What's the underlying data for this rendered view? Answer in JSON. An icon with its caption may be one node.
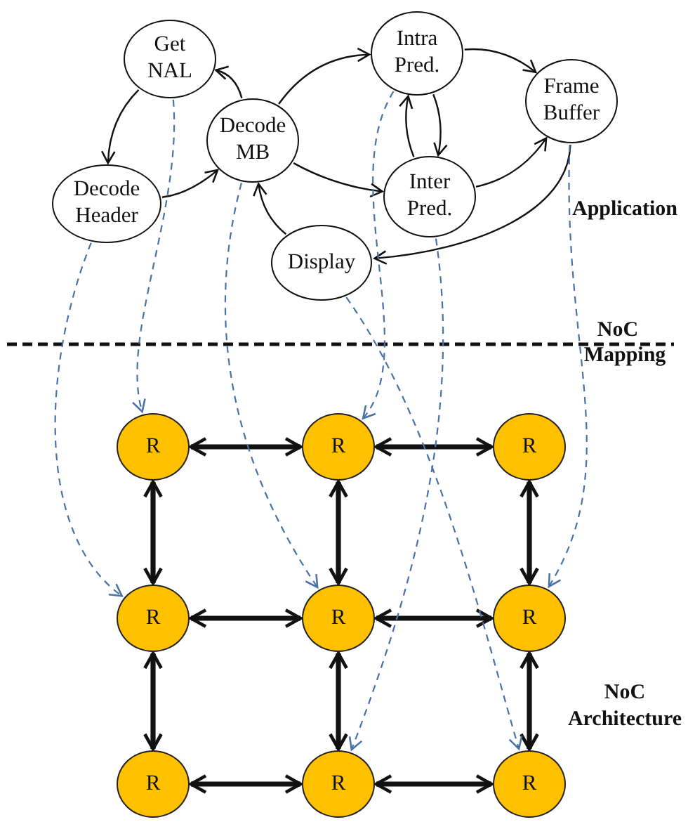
{
  "diagram": {
    "nodes": [
      {
        "text": [
          "Get NAL"
        ]
      },
      {
        "text": [
          "Decode Header"
        ]
      },
      {
        "text": [
          "Decode MB"
        ]
      },
      {
        "text": [
          "Intra Pred."
        ]
      },
      {
        "text": [
          "Inter Pred."
        ]
      },
      {
        "text": [
          "Frame Buffer"
        ]
      },
      {
        "text": [
          "Display"
        ]
      },
      {
        "text": [
          "R"
        ]
      },
      {
        "text": [
          "R"
        ]
      },
      {
        "text": [
          "R"
        ]
      },
      {
        "text": [
          "R"
        ]
      },
      {
        "text": [
          "R"
        ]
      },
      {
        "text": [
          "R"
        ]
      },
      {
        "text": [
          "R"
        ]
      },
      {
        "text": [
          "R"
        ]
      },
      {
        "text": [
          "R"
        ]
      }
    ],
    "edges": [
      {
        "from": 0,
        "to": 1,
        "arrow": "to"
      },
      {
        "from": 1,
        "to": 2,
        "arrow": "to"
      },
      {
        "from": 2,
        "to": 0,
        "arrow": "to"
      },
      {
        "from": 2,
        "to": 3,
        "arrow": "to"
      },
      {
        "from": 2,
        "to": 4,
        "arrow": "to"
      },
      {
        "from": 3,
        "to": 4,
        "arrow": "to"
      },
      {
        "from": 4,
        "to": 3,
        "arrow": "to"
      },
      {
        "from": 3,
        "to": 5,
        "arrow": "to"
      },
      {
        "from": 4,
        "to": 5,
        "arrow": "to"
      },
      {
        "from": 5,
        "to": 6,
        "arrow": "to"
      },
      {
        "from": 6,
        "to": 2,
        "arrow": "to"
      },
      {
        "from": 7,
        "to": 8,
        "arrow": "both",
        "style": "thick"
      },
      {
        "from": 8,
        "to": 9,
        "arrow": "both",
        "style": "thick"
      },
      {
        "from": 10,
        "to": 11,
        "arrow": "both",
        "style": "thick"
      },
      {
        "from": 11,
        "to": 12,
        "arrow": "both",
        "style": "thick"
      },
      {
        "from": 13,
        "to": 14,
        "arrow": "both",
        "style": "thick"
      },
      {
        "from": 14,
        "to": 15,
        "arrow": "both",
        "style": "thick"
      },
      {
        "from": 7,
        "to": 10,
        "arrow": "both",
        "style": "thick"
      },
      {
        "from": 10,
        "to": 13,
        "arrow": "both",
        "style": "thick"
      },
      {
        "from": 8,
        "to": 11,
        "arrow": "both",
        "style": "thick"
      },
      {
        "from": 11,
        "to": 14,
        "arrow": "both",
        "style": "thick"
      },
      {
        "from": 9,
        "to": 12,
        "arrow": "both",
        "style": "thick"
      },
      {
        "from": 12,
        "to": 15,
        "arrow": "both",
        "style": "thick"
      },
      {
        "from": 1,
        "to": 10,
        "arrow": "to",
        "style": "dashed",
        "color": "#4a72a8"
      },
      {
        "from": 0,
        "to": 7,
        "arrow": "to",
        "style": "dashed",
        "color": "#4a72a8"
      },
      {
        "from": 2,
        "to": 11,
        "arrow": "to",
        "style": "dashed",
        "color": "#4a72a8"
      },
      {
        "from": 3,
        "to": 8,
        "arrow": "to",
        "style": "dashed",
        "color": "#4a72a8"
      },
      {
        "from": 4,
        "to": 14,
        "arrow": "to",
        "style": "dashed",
        "color": "#4a72a8"
      },
      {
        "from": 6,
        "to": 15,
        "arrow": "to",
        "style": "dashed",
        "color": "#4a72a8"
      },
      {
        "from": 5,
        "to": 12,
        "arrow": "to",
        "style": "dashed",
        "color": "#4a72a8"
      }
    ],
    "labels": [
      "Application",
      "NoC",
      "Mapping",
      "NoC Architecture"
    ]
  }
}
